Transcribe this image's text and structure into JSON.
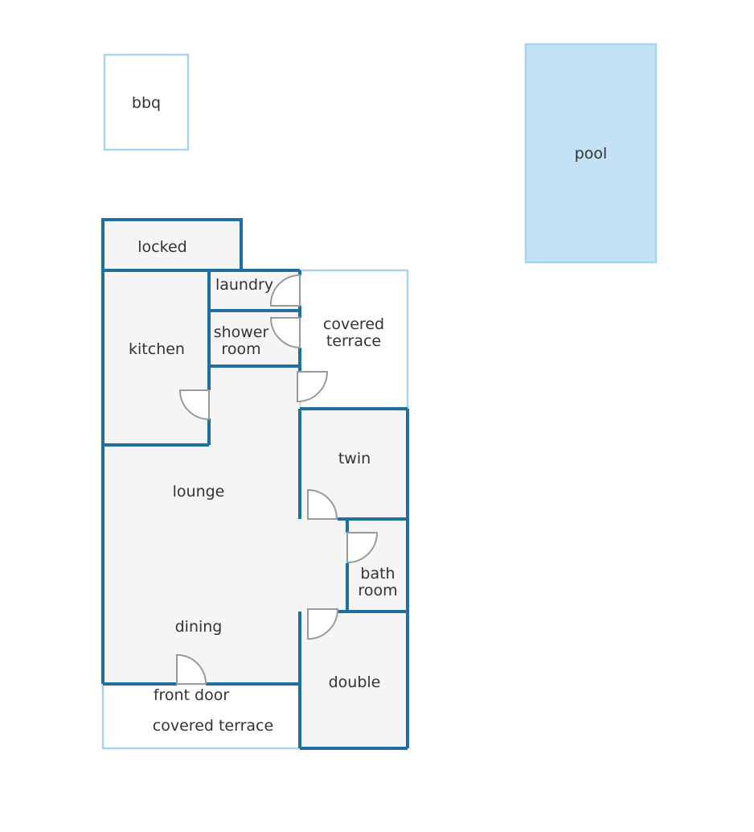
{
  "labels": {
    "bbq": "bbq",
    "pool": "pool",
    "locked": "locked",
    "laundry": "laundry",
    "shower_line1": "shower",
    "shower_line2": "room",
    "covered_terrace_top_line1": "covered",
    "covered_terrace_top_line2": "terrace",
    "kitchen": "kitchen",
    "twin": "twin",
    "lounge": "lounge",
    "bath_line1": "bath",
    "bath_line2": "room",
    "dining": "dining",
    "double": "double",
    "front_door": "front door",
    "covered_terrace_bottom": "covered terrace"
  },
  "colors": {
    "wall": "#1f6f9f",
    "outdoor_outline": "#a9d3ec",
    "pool_fill": "#c3e2f5",
    "room_fill": "#f5f5f5",
    "door": "#9a9a9a"
  }
}
